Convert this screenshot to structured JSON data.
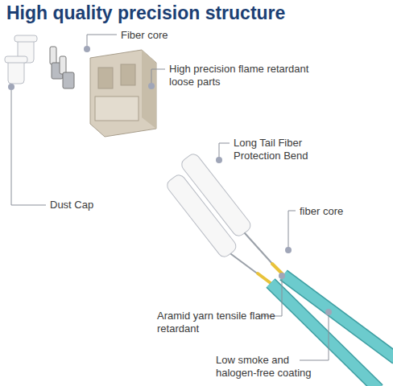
{
  "diagram": {
    "title": "High quality precision structure",
    "labels": [
      "Fiber core",
      "High precision flame retardant loose parts",
      "Long Tail Fiber Protection Bend",
      "Dust Cap",
      "fiber core",
      "Aramid yarn tensile flame retardant",
      "Low smoke and halogen-free coating"
    ]
  }
}
